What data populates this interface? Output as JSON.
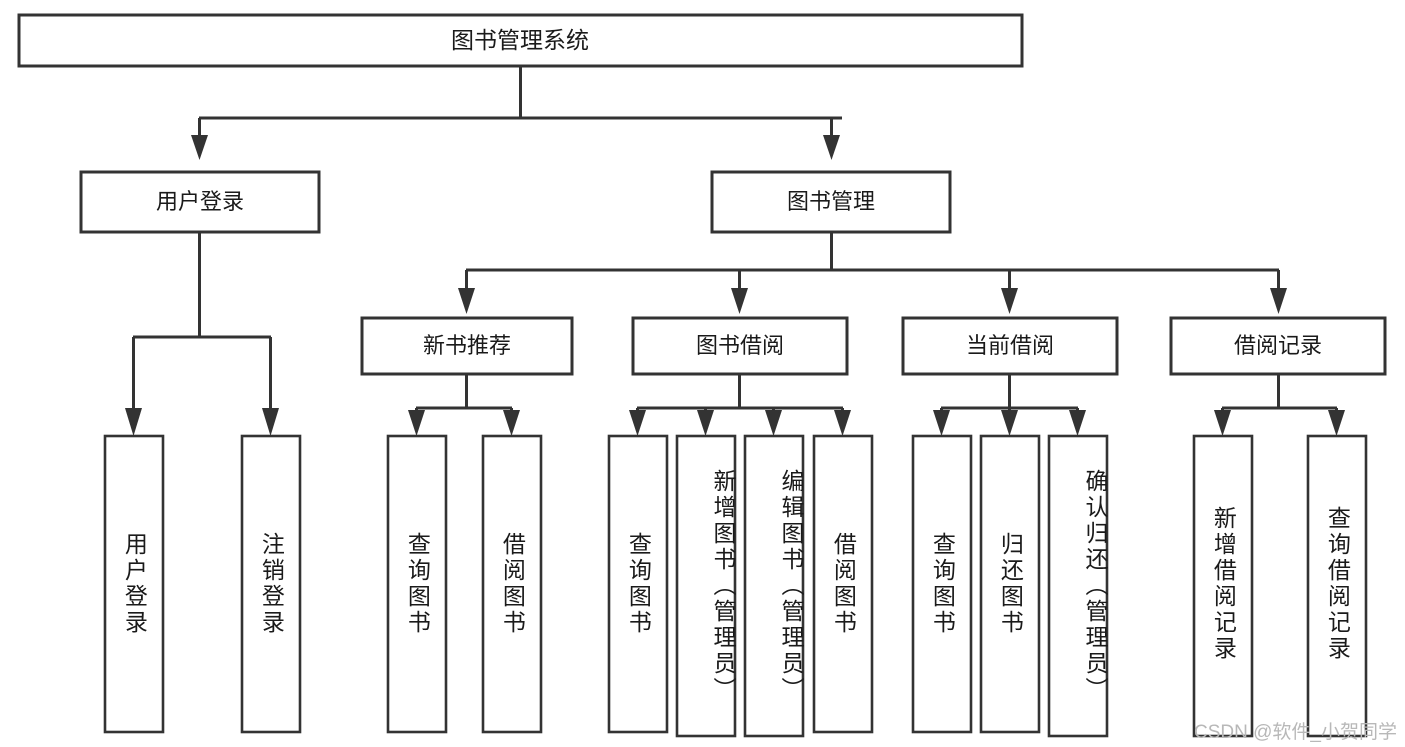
{
  "diagram": {
    "title": "图书管理系统",
    "type": "tree",
    "watermark": "CSDN @软件_小贺同学",
    "colors": {
      "stroke": "#333333",
      "fill": "#ffffff",
      "text": "#1a1a1a",
      "watermark": "#b8b8b8",
      "background": "#ffffff"
    },
    "root": {
      "label": "图书管理系统"
    },
    "level2": [
      {
        "label": "用户登录"
      },
      {
        "label": "图书管理"
      }
    ],
    "level3": [
      {
        "label": "新书推荐"
      },
      {
        "label": "图书借阅"
      },
      {
        "label": "当前借阅"
      },
      {
        "label": "借阅记录"
      }
    ],
    "leaves": {
      "user_login": [
        {
          "label": "用户登录"
        },
        {
          "label": "注销登录"
        }
      ],
      "new_book_recommend": [
        {
          "label": "查询图书"
        },
        {
          "label": "借阅图书"
        }
      ],
      "book_borrow": [
        {
          "label": "查询图书"
        },
        {
          "label": "新增图书（管理员）"
        },
        {
          "label": "编辑图书（管理员）"
        },
        {
          "label": "借阅图书"
        }
      ],
      "current_borrow": [
        {
          "label": "查询图书"
        },
        {
          "label": "归还图书"
        },
        {
          "label": "确认归还（管理员）"
        }
      ],
      "borrow_record": [
        {
          "label": "新增借阅记录"
        },
        {
          "label": "查询借阅记录"
        }
      ]
    }
  }
}
